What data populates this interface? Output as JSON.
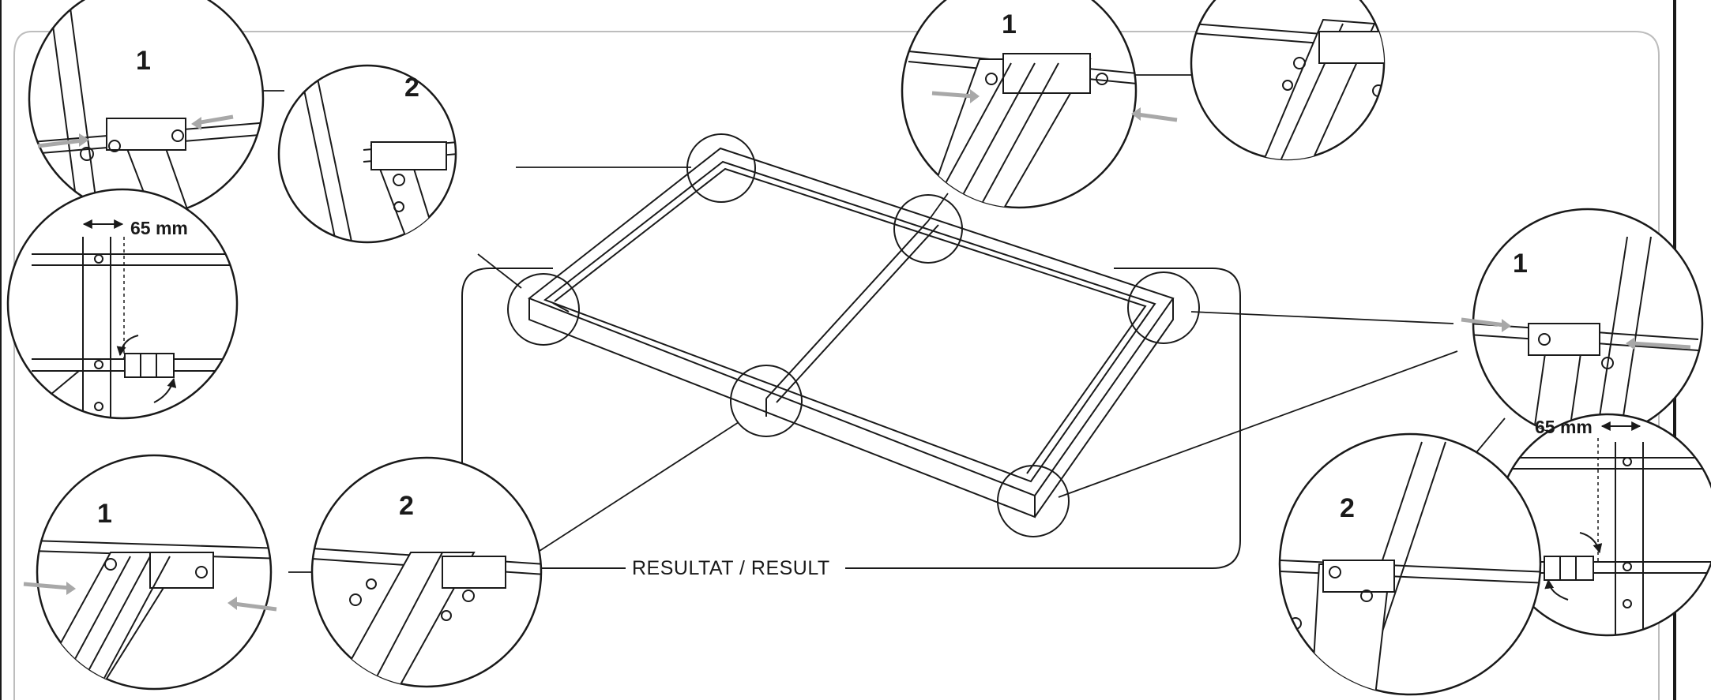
{
  "caption": "RESULTAT / RESULT",
  "steps": {
    "one": "1",
    "two": "2"
  },
  "dimension": "65 mm",
  "colors": {
    "line": "#1a1a1a",
    "border": "#bdbdbd",
    "arrow": "#a8a8a8"
  }
}
